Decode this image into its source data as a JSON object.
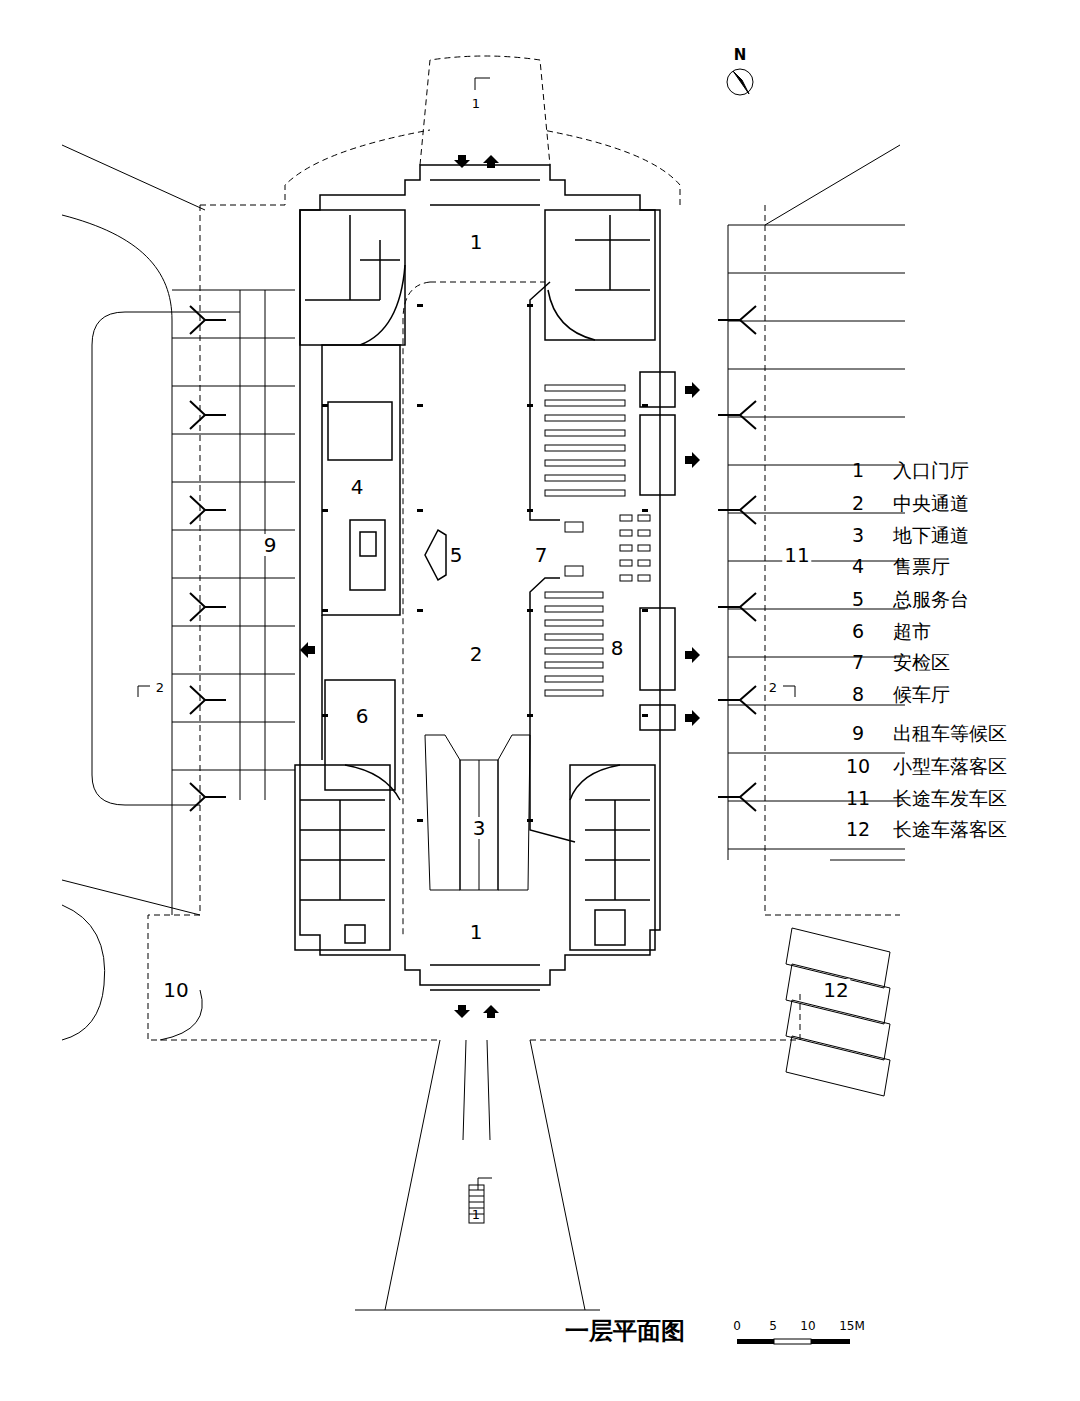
{
  "diagram": {
    "title": "一层平面图",
    "labels": [
      "N",
      "1",
      "1",
      "4",
      "5",
      "7",
      "9",
      "11",
      "2",
      "8",
      "2",
      "2",
      "6",
      "3",
      "1",
      "10",
      "12",
      "1",
      "1",
      "入口门厅",
      "2",
      "中央通道",
      "3",
      "地下通道",
      "4",
      "售票厅",
      "5",
      "总服务台",
      "6",
      "超市",
      "7",
      "安检区",
      "8",
      "候车厅",
      "9",
      "出租车等候区",
      "10",
      "小型车落客区",
      "11",
      "长途车发车区",
      "12",
      "长途车落客区",
      "0",
      "5",
      "10",
      "15M"
    ]
  }
}
